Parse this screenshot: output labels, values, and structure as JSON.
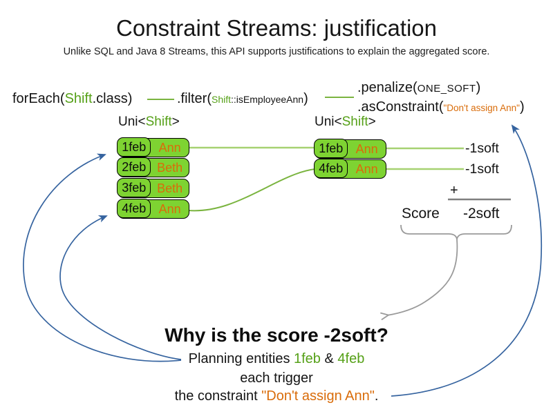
{
  "title": "Constraint Streams: justification",
  "subtitle": "Unlike SQL and Java 8 Streams, this API supports justifications to explain the aggregated score.",
  "code": {
    "foreach_prefix": "forEach(",
    "foreach_class": "Shift",
    "foreach_suffix": ".class)",
    "filter_prefix": ".filter(",
    "filter_class": "Shift",
    "filter_method": "::isEmployeeAnn",
    "filter_close": ")",
    "penalize_prefix": ".penalize(",
    "penalize_arg": "ONE_SOFT",
    "penalize_close": ")",
    "asconstraint_prefix": ".asConstraint(",
    "asconstraint_arg": "\"Don't assign Ann\"",
    "asconstraint_close": ")"
  },
  "stream_labels": {
    "left": {
      "pre": "Uni<",
      "type": "Shift",
      "post": ">"
    },
    "right": {
      "pre": "Uni<",
      "type": "Shift",
      "post": ">"
    }
  },
  "left_table": {
    "rows": [
      {
        "date": "1feb",
        "name": "Ann"
      },
      {
        "date": "2feb",
        "name": "Beth"
      },
      {
        "date": "3feb",
        "name": "Beth"
      },
      {
        "date": "4feb",
        "name": "Ann"
      }
    ]
  },
  "right_table": {
    "rows": [
      {
        "date": "1feb",
        "name": "Ann"
      },
      {
        "date": "4feb",
        "name": "Ann"
      }
    ]
  },
  "scoring": {
    "match1": "-1soft",
    "match2": "-1soft",
    "plus": "+",
    "score_label": "Score",
    "total": "-2soft"
  },
  "why": {
    "heading": "Why is the score -2soft?",
    "line1_prefix": "Planning entities ",
    "line1_entity1": "1feb",
    "line1_amp": " & ",
    "line1_entity2": "4feb",
    "line2": "each trigger",
    "line3_prefix": "the constraint ",
    "line3_constraint": "\"Don't assign Ann\"",
    "line3_suffix": "."
  },
  "colors": {
    "green_text": "#55a017",
    "green_fill": "#7ed332",
    "green_line_light": "#a6d171",
    "green_line_dark": "#7ab43f",
    "orange": "#d96c0a",
    "blue": "#35639f",
    "gray": "#9a9a9a"
  }
}
